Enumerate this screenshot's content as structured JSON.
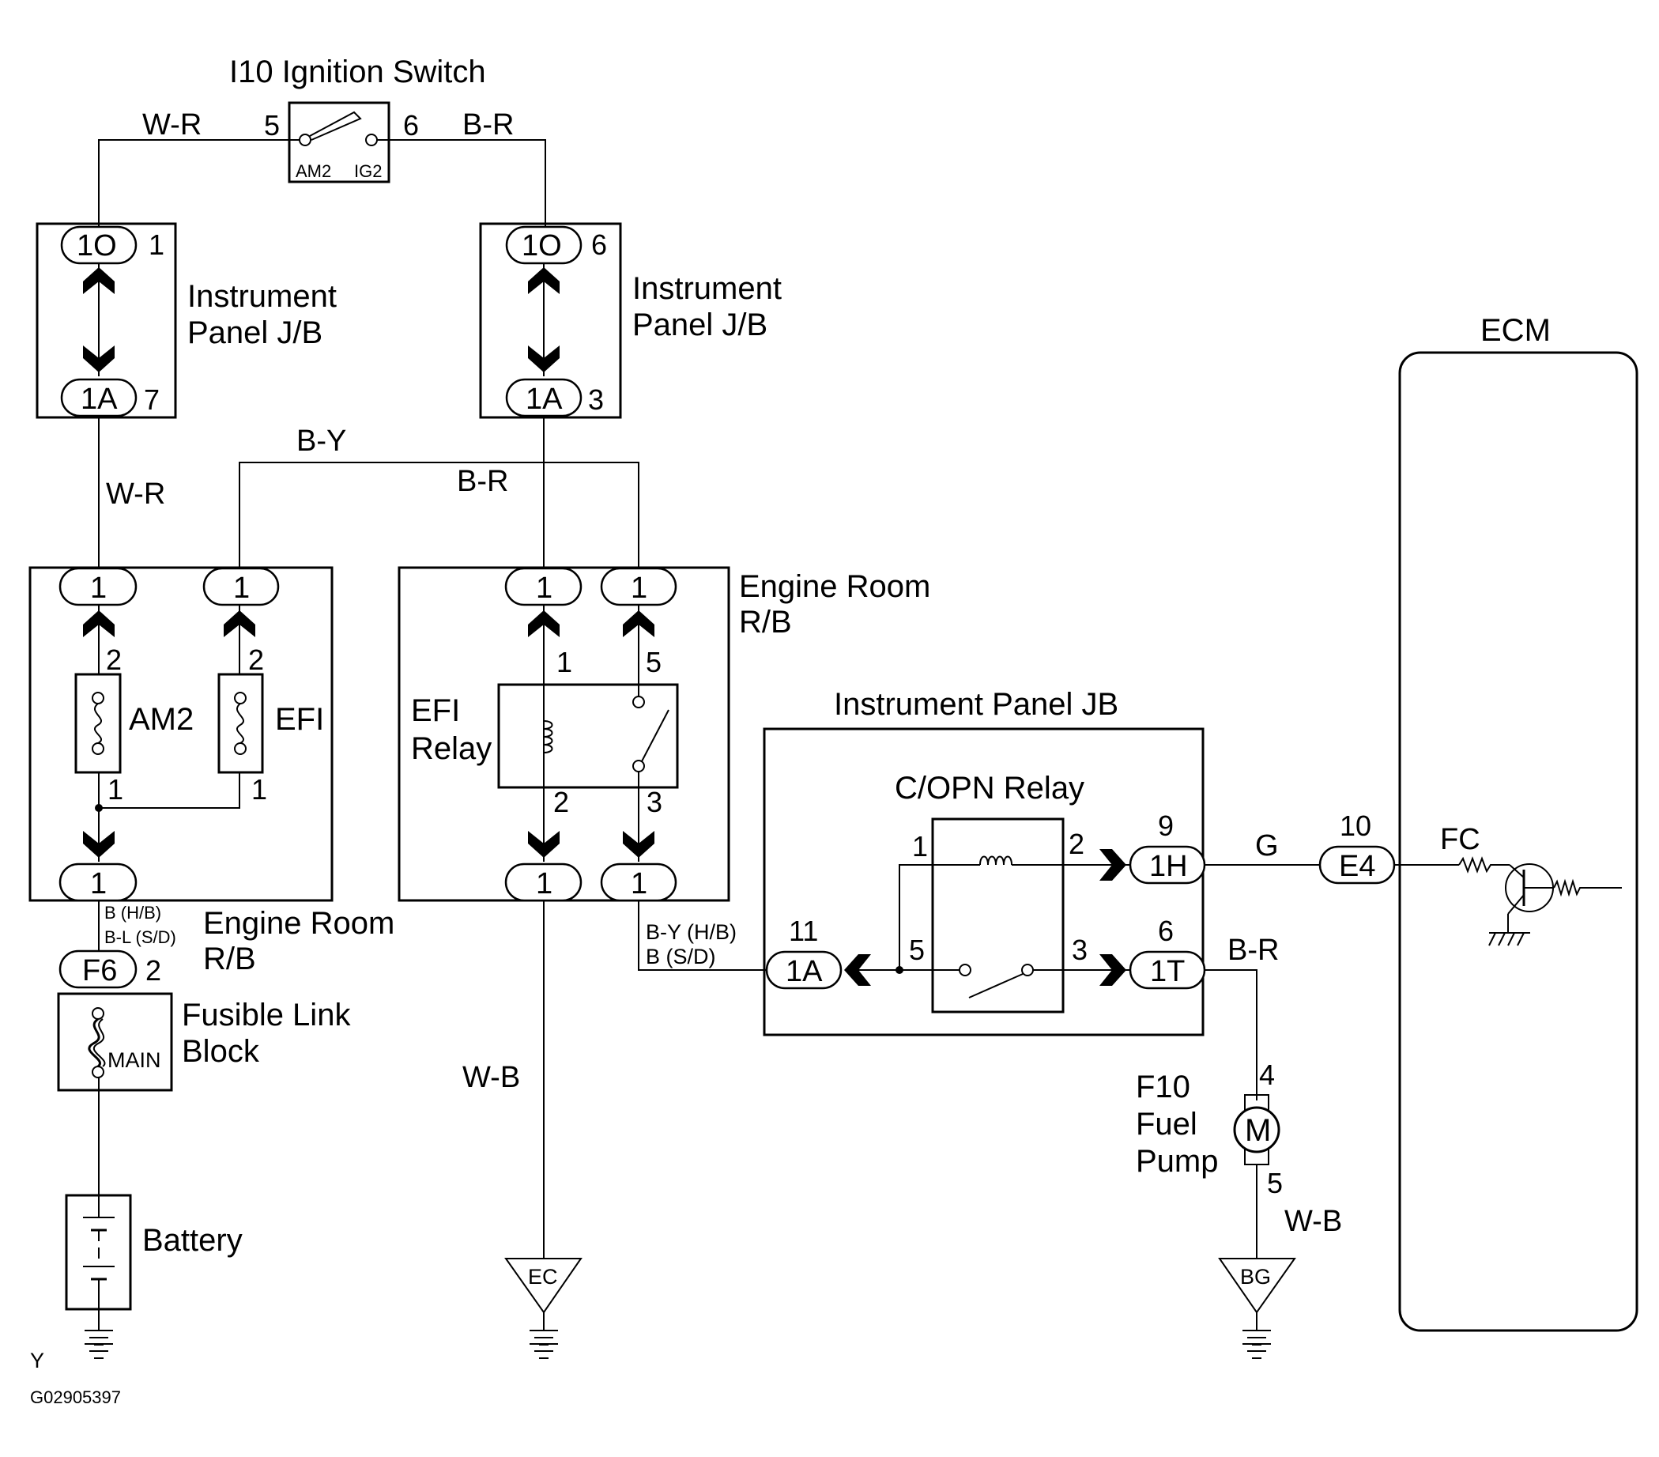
{
  "title": "I10 Ignition Switch",
  "ign_switch": {
    "am2": "AM2",
    "ig2": "IG2",
    "pin_in": "5",
    "pin_out": "6"
  },
  "wires": {
    "w_r": "W-R",
    "b_r": "B-R",
    "b_y": "B-Y",
    "w_b": "W-B",
    "g": "G",
    "b_hb": "B (H/B)",
    "b_l_sd": "B-L  (S/D)",
    "b_y_hb": "B-Y  (H/B)",
    "b_sd": "B (S/D)"
  },
  "junction_blocks": {
    "ip_jb": "Instrument Panel J/B",
    "ip_jb_l1": "Instrument",
    "ip_jb_l2": "Panel J/B",
    "er_rb_l1": "Engine Room",
    "er_rb_l2": "R/B",
    "ip_jb2": "Instrument Panel JB"
  },
  "connectors": {
    "c1o": "1O",
    "c1a": "1A",
    "c1": "1",
    "f6": "F6",
    "c1h": "1H",
    "c1t": "1T",
    "e4": "E4"
  },
  "pins": {
    "p1": "1",
    "p2": "2",
    "p3": "3",
    "p5": "5",
    "p6": "6",
    "p7": "7",
    "p9": "9",
    "p10": "10",
    "p11": "11",
    "p4": "4"
  },
  "fuses": {
    "am2": "AM2",
    "efi": "EFI",
    "main": "MAIN"
  },
  "efi_relay": {
    "l1": "EFI",
    "l2": "Relay"
  },
  "copn_relay": "C/OPN Relay",
  "fusible_link": {
    "l1": "Fusible Link",
    "l2": "Block"
  },
  "battery": "Battery",
  "grounds": {
    "ec": "EC",
    "bg": "BG"
  },
  "fuel_pump": {
    "l1": "F10",
    "l2": "Fuel",
    "l3": "Pump",
    "motor": "M"
  },
  "ecm": {
    "label": "ECM",
    "fc": "FC"
  },
  "footer": {
    "y": "Y",
    "code": "G02905397"
  }
}
